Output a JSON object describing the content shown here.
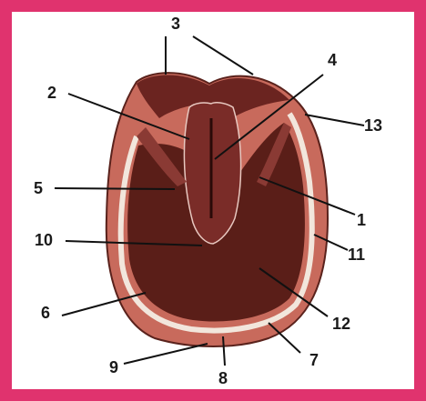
{
  "frame_color": "#e0336e",
  "colors": {
    "hoof_wall": "#c86a5c",
    "sole": "#5a1e18",
    "heel": "#6b2420",
    "white_line": "#f2e6dc",
    "frog": "#7a2c28"
  },
  "labels": [
    "1",
    "2",
    "3",
    "4",
    "5",
    "6",
    "7",
    "8",
    "9",
    "10",
    "11",
    "12",
    "13"
  ]
}
